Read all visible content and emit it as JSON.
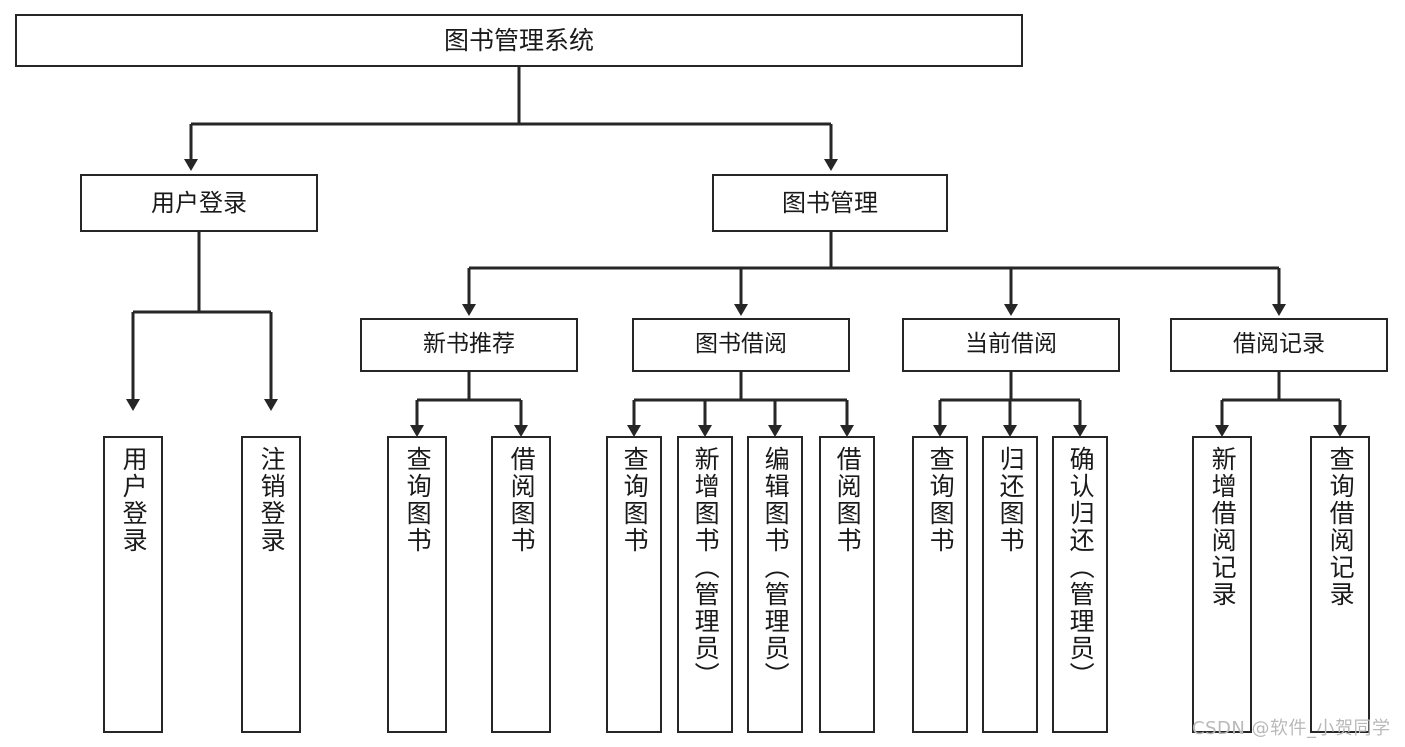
{
  "diagram": {
    "title": "图书管理系统",
    "type": "functional-structure-tree",
    "watermark": "CSDN @软件_小贺同学",
    "colors": {
      "stroke": "#262626",
      "fill": "#ffffff",
      "text": "#1a1a1a",
      "watermark": "#b9b9b9"
    },
    "root": {
      "label": "图书管理系统"
    },
    "level2": [
      {
        "label": "用户登录"
      },
      {
        "label": "图书管理"
      }
    ],
    "level3": [
      {
        "label": "新书推荐"
      },
      {
        "label": "图书借阅"
      },
      {
        "label": "当前借阅"
      },
      {
        "label": "借阅记录"
      }
    ],
    "leaves": {
      "user_login": [
        {
          "label": "用户登录"
        },
        {
          "label": "注销登录"
        }
      ],
      "new_book_recommend": [
        {
          "label": "查询图书"
        },
        {
          "label": "借阅图书"
        }
      ],
      "book_borrow": [
        {
          "label": "查询图书"
        },
        {
          "label": "新增图书（管理员）"
        },
        {
          "label": "编辑图书（管理员）"
        },
        {
          "label": "借阅图书"
        }
      ],
      "current_borrow": [
        {
          "label": "查询图书"
        },
        {
          "label": "归还图书"
        },
        {
          "label": "确认归还（管理员）"
        }
      ],
      "borrow_records": [
        {
          "label": "新增借阅记录"
        },
        {
          "label": "查询借阅记录"
        }
      ]
    }
  }
}
